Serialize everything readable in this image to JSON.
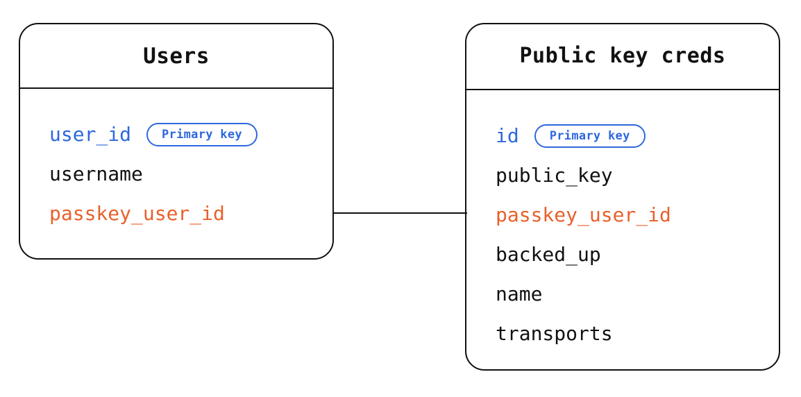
{
  "diagram": {
    "type": "entity-relationship-diagram",
    "background_color": "#ffffff",
    "colors": {
      "stroke": "#111111",
      "primary_key": "#2d68dd",
      "foreign_key": "#e8612c",
      "text": "#111111"
    }
  },
  "entities": [
    {
      "id": "users",
      "title": "Users",
      "fields": [
        {
          "name": "user_id",
          "role": "primary_key",
          "badge": "Primary key"
        },
        {
          "name": "username",
          "role": "plain"
        },
        {
          "name": "passkey_user_id",
          "role": "foreign_key"
        }
      ]
    },
    {
      "id": "public_key_creds",
      "title": "Public key creds",
      "fields": [
        {
          "name": "id",
          "role": "primary_key",
          "badge": "Primary key"
        },
        {
          "name": "public_key",
          "role": "plain"
        },
        {
          "name": "passkey_user_id",
          "role": "foreign_key"
        },
        {
          "name": "backed_up",
          "role": "plain"
        },
        {
          "name": "name",
          "role": "plain"
        },
        {
          "name": "transports",
          "role": "plain"
        }
      ]
    }
  ],
  "relationships": [
    {
      "id": "users-to-public-key-creds",
      "from_entity": "users",
      "from_field": "passkey_user_id",
      "to_entity": "public_key_creds",
      "to_field": "passkey_user_id",
      "style": "straight-line"
    }
  ]
}
